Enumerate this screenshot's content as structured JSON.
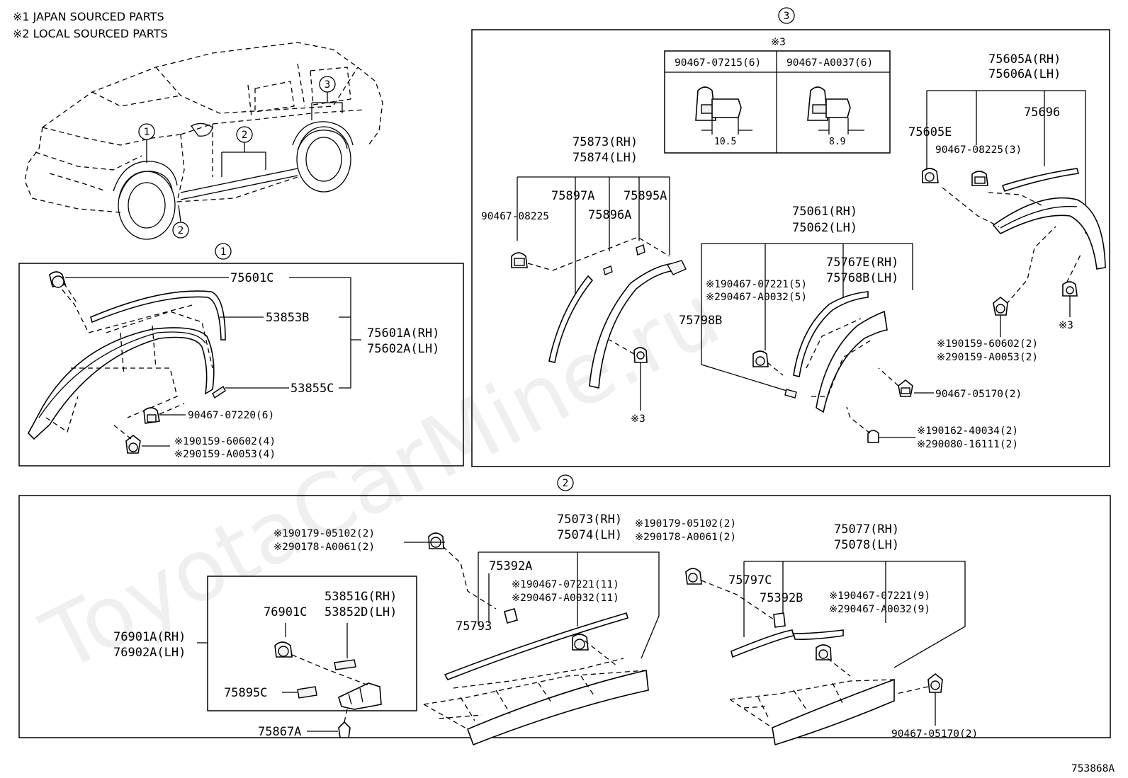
{
  "notes": {
    "note1": "※1 JAPAN SOURCED PARTS",
    "note2": "※2 LOCAL SOURCED PARTS"
  },
  "diagram_id": "753868A",
  "watermark": "ToyotaCarMine.ru",
  "callouts": {
    "c1": "1",
    "c2": "2",
    "c3": "3"
  },
  "section1": {
    "p75601C": "75601C",
    "p53853B": "53853B",
    "p75601A": "75601A(RH)",
    "p75602A": "75602A(LH)",
    "p53855C": "53855C",
    "p90467_07220": "90467-07220(6)",
    "p90159_60602": "※190159-60602(4)",
    "p90159_A0053": "※290159-A0053(4)"
  },
  "section3": {
    "clip_table": {
      "mark": "※3",
      "col1_header": "90467-07215(6)",
      "col2_header": "90467-A0037(6)",
      "col1_dim": "10.5",
      "col2_dim": "8.9"
    },
    "p75873": "75873(RH)",
    "p75874": "75874(LH)",
    "p75897A": "75897A",
    "p75895A": "75895A",
    "p75896A": "75896A",
    "p90467_08225a": "90467-08225",
    "mark3a": "※3",
    "p75061": "75061(RH)",
    "p75062": "75062(LH)",
    "p90467_07221": "※190467-07221(5)",
    "p90467_A0032": "※290467-A0032(5)",
    "p75798B": "75798B",
    "p75767E": "75767E(RH)",
    "p75768B": "75768B(LH)",
    "p90467_05170": "90467-05170(2)",
    "p90162_40034": "※190162-40034(2)",
    "p90080_16111": "※290080-16111(2)",
    "p75605A": "75605A(RH)",
    "p75606A": "75606A(LH)",
    "p75605E": "75605E",
    "p75696": "75696",
    "p90467_08225b": "90467-08225(3)",
    "p90159_60602": "※190159-60602(2)",
    "p90159_A0053": "※290159-A0053(2)",
    "mark3b": "※3"
  },
  "section2": {
    "p90179_a": "※190179-05102(2)",
    "p90178_a": "※290178-A0061(2)",
    "p75073": "75073(RH)",
    "p75074": "75074(LH)",
    "p90179_b": "※190179-05102(2)",
    "p90178_b": "※290178-A0061(2)",
    "p75392A": "75392A",
    "p90467_07221": "※190467-07221(11)",
    "p90467_A0032": "※290467-A0032(11)",
    "p75793": "75793",
    "p53851G": "53851G(RH)",
    "p53852D": "53852D(LH)",
    "p76901C": "76901C",
    "p76901A": "76901A(RH)",
    "p76902A": "76902A(LH)",
    "p75895C": "75895C",
    "p75867A": "75867A",
    "p75077": "75077(RH)",
    "p75078": "75078(LH)",
    "p75797C": "75797C",
    "p75392B": "75392B",
    "p90467_07221b": "※190467-07221(9)",
    "p90467_A0032b": "※290467-A0032(9)",
    "p90467_05170": "90467-05170(2)"
  }
}
